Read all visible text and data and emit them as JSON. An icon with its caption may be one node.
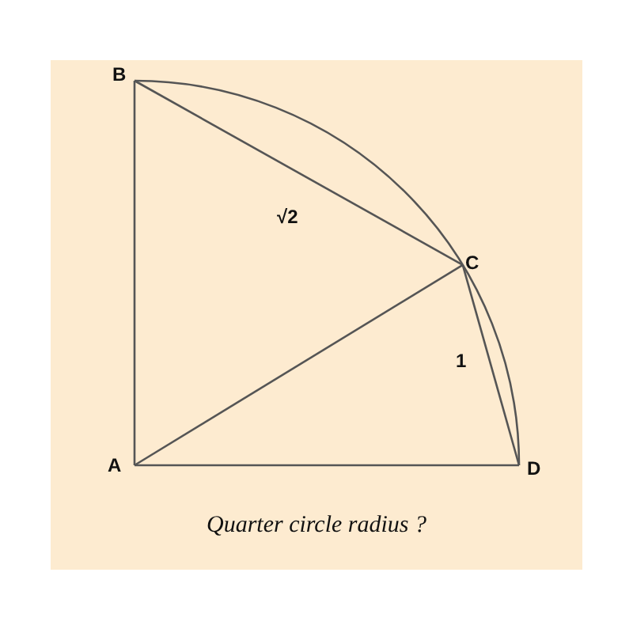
{
  "diagram": {
    "caption": "Quarter circle radius ?",
    "nodes": [
      {
        "text": [
          "B"
        ]
      },
      {
        "text": [
          "C"
        ]
      },
      {
        "text": [
          "A"
        ]
      },
      {
        "text": [
          "D"
        ]
      }
    ],
    "edges": [
      {
        "from": 2,
        "to": 0,
        "arrow": "none"
      },
      {
        "from": 2,
        "to": 3,
        "arrow": "none"
      },
      {
        "from": 2,
        "to": 1,
        "arrow": "none"
      },
      {
        "from": 0,
        "to": 1,
        "label": "√2",
        "arrow": "none"
      },
      {
        "from": 1,
        "to": 3,
        "label": "1",
        "arrow": "none"
      },
      {
        "from": 0,
        "to": 3,
        "arrow": "none"
      }
    ]
  }
}
